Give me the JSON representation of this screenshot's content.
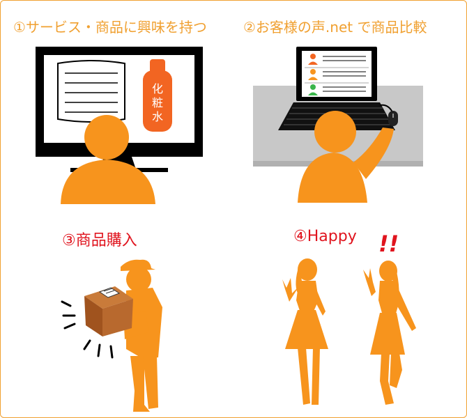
{
  "steps": [
    {
      "number": "①",
      "label": "サービス・商品に興味を持つ"
    },
    {
      "number": "②",
      "label": "お客様の声.net で商品比較"
    },
    {
      "number": "③",
      "label": "商品購入"
    },
    {
      "number": "④",
      "label": "Happy"
    }
  ],
  "bottle_label": [
    "化",
    "粧",
    "水"
  ],
  "exclamation": "!!",
  "colors": {
    "accent_orange": "#f7941d",
    "title_orange": "#f0a030",
    "title_red": "#e0141e",
    "bottle_orange": "#f26522",
    "box_brown": "#a0531e",
    "avatar_green": "#39b54a"
  }
}
